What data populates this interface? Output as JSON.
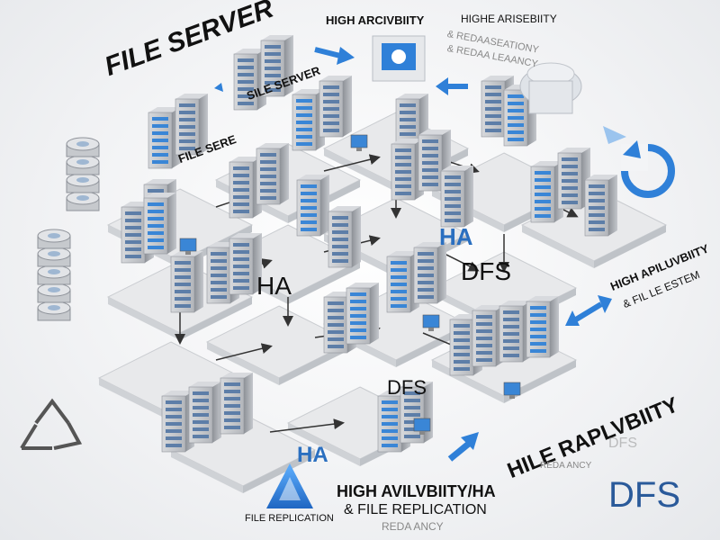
{
  "labels": {
    "file_server_main": "FILE SERVER",
    "sile_server": "SILE SERVER",
    "file_sere": "FILE SERE",
    "high_arcivbiity": "HIGH ARCIVBIITY",
    "highe_arisebiity_1": "HIGHE ARISEBIITY",
    "highe_arisebiity_2": "& REDAASEATIONY",
    "highe_arisebiity_3": "& REDAA LEAANCY",
    "ha_top": "HA",
    "ha_left": "HA",
    "dfs_center": "DFS",
    "dfs_lower": "DFS",
    "ha_bottom": "HA",
    "high_apiluvbiity_1": "HIGH APILUVBIITY",
    "high_apiluvbiity_2": "& FIL LE ESTEM",
    "hile_raplvbiity": "HILE RAPLVBIITY",
    "dfs_faded": "DFS",
    "redancy_side": "REDA ANCY",
    "dfs_brand": "DFS",
    "high_avilvbiity_ha": "HIGH AVILVBIITY/HA",
    "file_replication_bottom": "& FILE REPLICATION",
    "redancy_bottom": "REDA ANCY",
    "file_replication_logo": "FILE REPLICATION"
  },
  "colors": {
    "accent_blue": "#2f80d8",
    "server_grey": "#a9adb3",
    "platform": "#e9eaec",
    "text": "#111111"
  },
  "icons": [
    "server-rack-icon",
    "disk-stack-icon",
    "recycle-icon",
    "triangle-logo-icon",
    "cloud-sync-icon",
    "monitor-icon",
    "arrow-icon"
  ]
}
